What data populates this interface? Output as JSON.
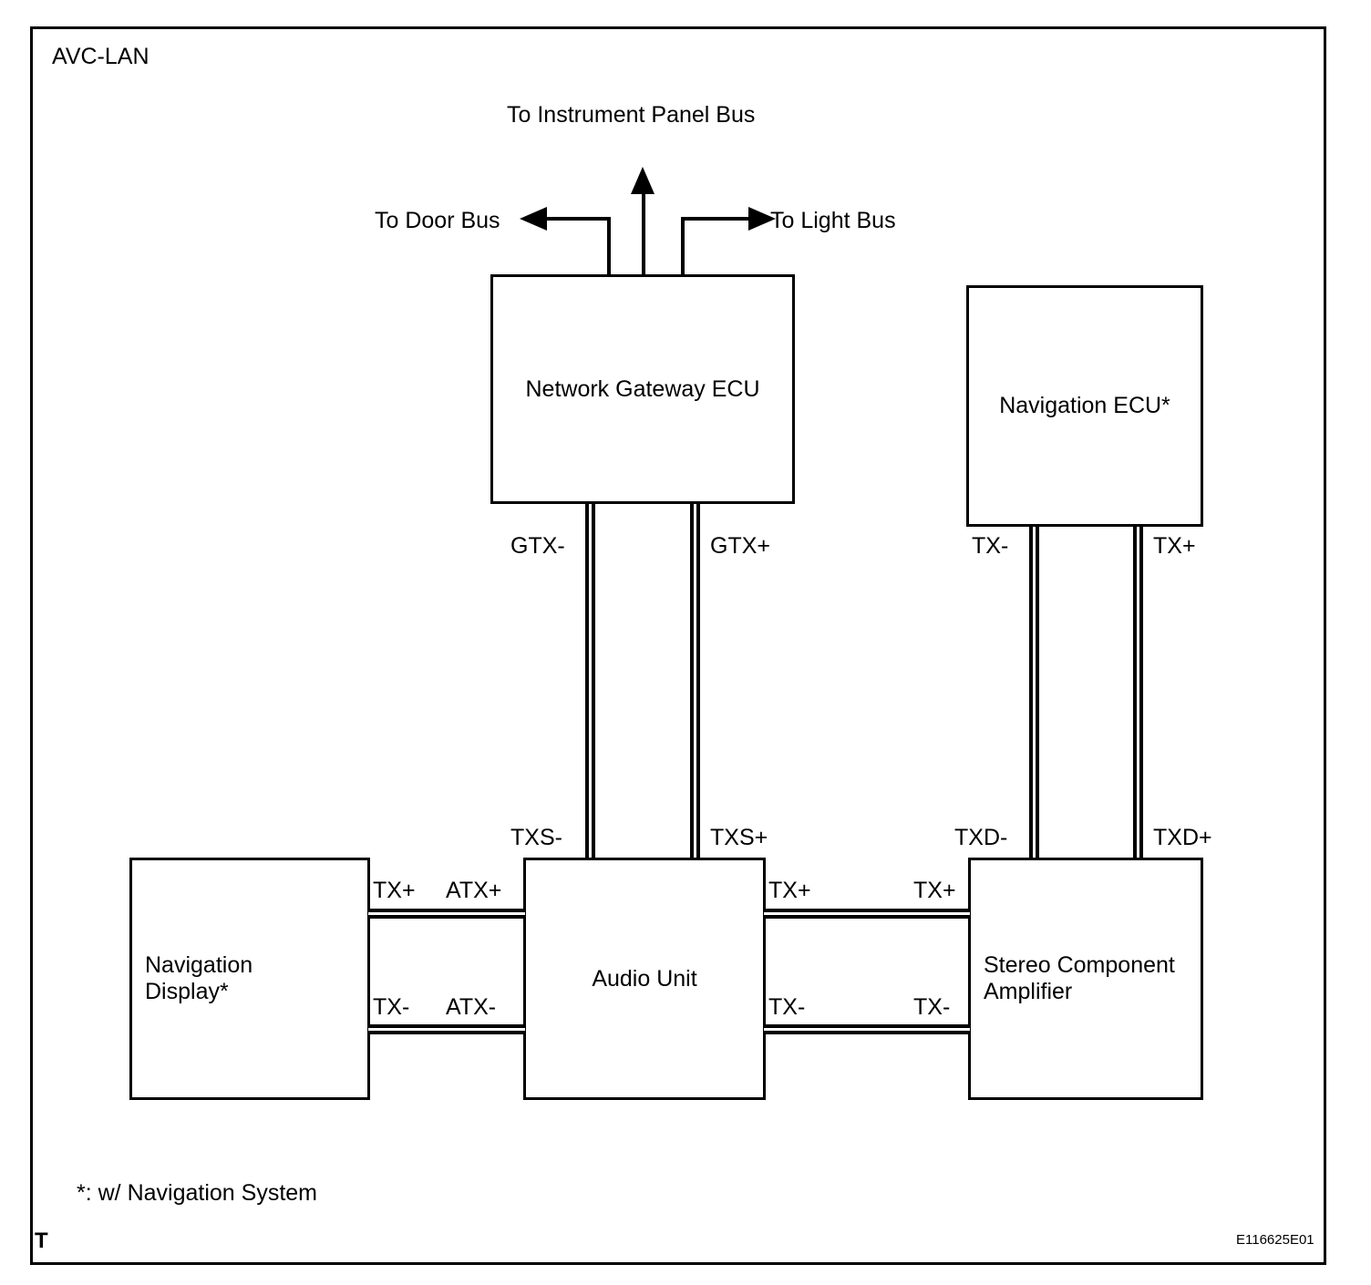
{
  "diagram": {
    "title": "AVC-LAN",
    "figure_id": "E116625E01",
    "corner_mark": "T",
    "footnote": "*: w/ Navigation System"
  },
  "external_buses": {
    "instrument_panel": "To Instrument Panel Bus",
    "door": "To Door Bus",
    "light": "To Light Bus"
  },
  "boxes": {
    "network_gateway_ecu": "Network Gateway ECU",
    "navigation_ecu": "Navigation ECU*",
    "navigation_display_line1": "Navigation",
    "navigation_display_line2": "Display*",
    "audio_unit": "Audio Unit",
    "amplifier_line1": "Stereo Component",
    "amplifier_line2": "Amplifier"
  },
  "pins": {
    "gateway_gtx_minus": "GTX-",
    "gateway_gtx_plus": "GTX+",
    "audio_txs_minus": "TXS-",
    "audio_txs_plus": "TXS+",
    "nav_ecu_tx_minus": "TX-",
    "nav_ecu_tx_plus": "TX+",
    "amp_txd_minus": "TXD-",
    "amp_txd_plus": "TXD+",
    "nav_display_tx_plus": "TX+",
    "nav_display_tx_minus": "TX-",
    "audio_atx_plus": "ATX+",
    "audio_atx_minus": "ATX-",
    "audio_right_tx_plus": "TX+",
    "audio_right_tx_minus": "TX-",
    "amp_left_tx_plus": "TX+",
    "amp_left_tx_minus": "TX-"
  },
  "colors": {
    "line": "#000000",
    "background": "#ffffff"
  }
}
